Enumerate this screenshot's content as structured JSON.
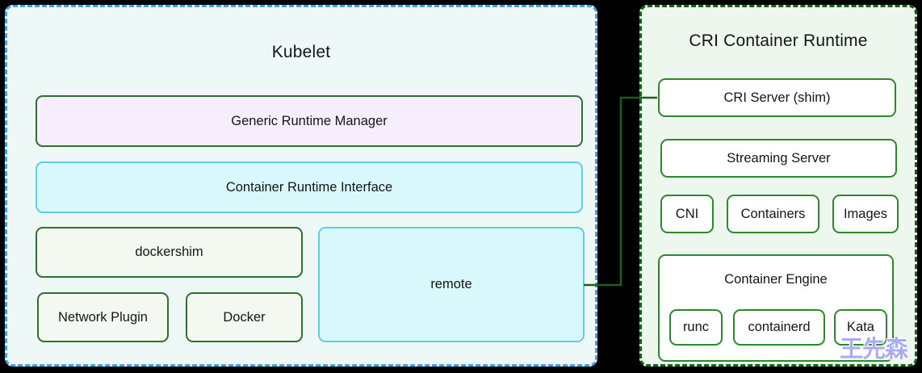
{
  "page": {
    "background": "#000000"
  },
  "kubelet_panel": {
    "title": "Kubelet",
    "bg": "#eef8f7",
    "border_color": "#42a2e2",
    "boxes": {
      "generic_runtime_manager": {
        "label": "Generic Runtime Manager",
        "bg": "#f6eefc",
        "border": "#2d7031"
      },
      "container_runtime_interface": {
        "label": "Container Runtime Interface",
        "bg": "#d8f8fb",
        "border": "#58d1e5"
      },
      "dockershim": {
        "label": "dockershim",
        "bg": "#f3f8f0",
        "border": "#2d7031"
      },
      "remote": {
        "label": "remote",
        "bg": "#d8f8fb",
        "border": "#58d1e5"
      },
      "network_plugin": {
        "label": "Network Plugin",
        "bg": "#f3f8f0",
        "border": "#2d7031"
      },
      "docker": {
        "label": "Docker",
        "bg": "#f3f8f0",
        "border": "#2d7031"
      }
    }
  },
  "cri_panel": {
    "title": "CRI Container Runtime",
    "bg": "#eef7ed",
    "border_color": "#13611a",
    "box_bg": "#ffffff",
    "box_border": "#2c8a2e",
    "boxes": {
      "cri_server": {
        "label": "CRI Server (shim)"
      },
      "streaming_server": {
        "label": "Streaming Server"
      },
      "cni": {
        "label": "CNI"
      },
      "containers": {
        "label": "Containers"
      },
      "images": {
        "label": "Images"
      },
      "container_engine": {
        "label": "Container Engine"
      },
      "runc": {
        "label": "runc"
      },
      "containerd": {
        "label": "containerd"
      },
      "kata": {
        "label": "Kata"
      }
    }
  },
  "connector": {
    "from": "remote",
    "to": "cri_server",
    "color": "#1b5e20"
  },
  "watermark": {
    "text": "王先森",
    "color": "#9d9df3"
  }
}
